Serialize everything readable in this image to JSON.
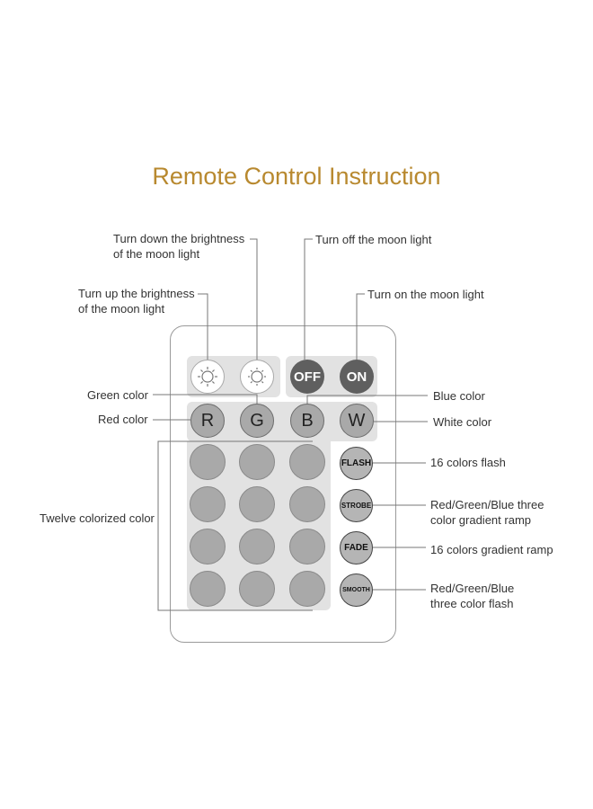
{
  "title": "Remote Control Instruction",
  "annotations": {
    "brightness_down": [
      "Turn down the brightness",
      "of the moon light"
    ],
    "brightness_up": [
      "Turn up the brightness",
      "of the moon light"
    ],
    "off": "Turn off the moon light",
    "on": "Turn on the moon light",
    "green": "Green color",
    "red": "Red color",
    "blue": "Blue color",
    "white": "White color",
    "twelve": "Twelve colorized color",
    "flash": "16 colors flash",
    "strobe": [
      "Red/Green/Blue three",
      "color gradient ramp"
    ],
    "fade": "16 colors gradient ramp",
    "smooth": [
      "Red/Green/Blue",
      "three color flash"
    ]
  },
  "buttons": {
    "off": "OFF",
    "on": "ON",
    "r": "R",
    "g": "G",
    "b": "B",
    "w": "W",
    "flash": "FLASH",
    "strobe": "STROBE",
    "fade": "FADE",
    "smooth": "SMOOTH"
  },
  "colors": {
    "title": "#b8892f",
    "panel": "#e2e2e2",
    "dark_button": "#5f5f5f",
    "grey_button": "#a9a9a9"
  }
}
